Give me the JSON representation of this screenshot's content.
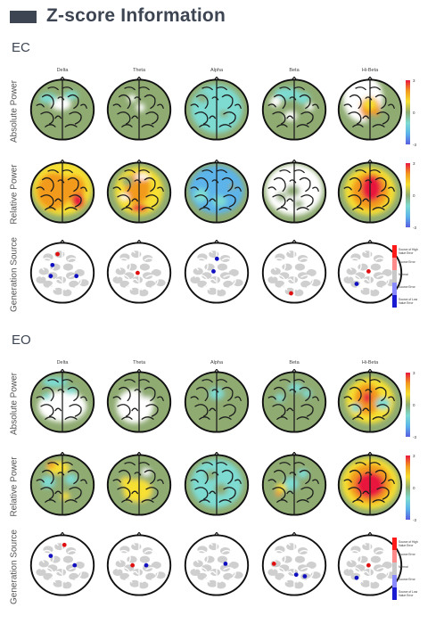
{
  "title": "Z-score Information",
  "bands": [
    "Delta",
    "Theta",
    "Alpha",
    "Beta",
    "Hi-Beta"
  ],
  "row_labels": {
    "absolute": "Absolute Power",
    "relative": "Relative Power",
    "generation": "Generation Source"
  },
  "colorbar": {
    "top": "3",
    "mid": "0",
    "bottom": "-3"
  },
  "colors": {
    "z_plus3": "#e8173e",
    "z_plus2": "#f29a1f",
    "z_plus1": "#f7e033",
    "z_zero": "#8fab72",
    "z_minus1": "#7ddbd2",
    "z_minus2": "#5bb4ea",
    "z_minus3": "#5a5ee0",
    "source_plus": "#e01010",
    "source_minus": "#1010c0"
  },
  "source_legend": [
    {
      "label": "Source of High Value Error",
      "color": "#ff1a1a"
    },
    {
      "label": "Source Error",
      "color": "#ff8a8a"
    },
    {
      "label": "Normal",
      "color": "#c8c8c8"
    },
    {
      "label": "Source Error",
      "color": "#8a8aff"
    },
    {
      "label": "Source of Low Value Error",
      "color": "#1a1ad0"
    }
  ],
  "sections": [
    {
      "label": "EC",
      "absolute": [
        [
          [
            "w",
            48,
            38,
            14,
            9
          ],
          [
            "c",
            30,
            30,
            12,
            7
          ],
          [
            "c",
            62,
            26,
            10,
            6
          ]
        ],
        [
          [
            "w",
            52,
            43,
            6,
            6
          ],
          [
            "w",
            40,
            30,
            6,
            5
          ]
        ],
        [
          [
            "c",
            50,
            45,
            36,
            34
          ],
          [
            "g",
            30,
            30,
            7,
            6
          ],
          [
            "g",
            60,
            52,
            6,
            5
          ]
        ],
        [
          [
            "c",
            40,
            24,
            18,
            9
          ],
          [
            "c",
            62,
            30,
            10,
            8
          ],
          [
            "w",
            24,
            35,
            8,
            7
          ],
          [
            "w",
            72,
            42,
            6,
            5
          ],
          [
            "w",
            45,
            55,
            9,
            7
          ]
        ],
        [
          [
            "w",
            40,
            30,
            28,
            34
          ],
          [
            "o",
            50,
            44,
            14,
            16
          ],
          [
            "y",
            50,
            38,
            9,
            8
          ],
          [
            "g",
            52,
            58,
            7,
            6
          ]
        ]
      ],
      "relative": [
        [
          [
            "y",
            50,
            40,
            42,
            38
          ],
          [
            "o",
            38,
            44,
            24,
            26
          ],
          [
            "o",
            66,
            40,
            16,
            18
          ],
          [
            "r",
            72,
            58,
            9,
            10
          ],
          [
            "o",
            30,
            56,
            10,
            9
          ]
        ],
        [
          [
            "y",
            50,
            44,
            34,
            34
          ],
          [
            "o",
            48,
            40,
            18,
            22
          ],
          [
            "r",
            50,
            68,
            12,
            5
          ],
          [
            "g",
            34,
            30,
            8,
            7
          ],
          [
            "w",
            54,
            24,
            10,
            4
          ],
          [
            "w",
            30,
            52,
            6,
            4
          ]
        ],
        [
          [
            "b",
            50,
            42,
            38,
            34
          ],
          [
            "c",
            28,
            50,
            10,
            10
          ],
          [
            "c",
            54,
            58,
            10,
            8
          ],
          [
            "g",
            72,
            38,
            5,
            4
          ]
        ],
        [
          [
            "w",
            50,
            42,
            40,
            36
          ],
          [
            "g",
            48,
            44,
            10,
            8
          ],
          [
            "g",
            32,
            52,
            7,
            6
          ],
          [
            "g",
            56,
            62,
            7,
            5
          ]
        ],
        [
          [
            "y",
            50,
            44,
            36,
            34
          ],
          [
            "o",
            50,
            44,
            26,
            26
          ],
          [
            "r",
            52,
            40,
            14,
            18
          ]
        ]
      ],
      "generation": [
        [
          [
            "s+",
            36,
            18
          ],
          [
            "s-",
            30,
            32
          ],
          [
            "s-",
            28,
            46
          ],
          [
            "s-",
            58,
            46
          ]
        ],
        [
          [
            "s+",
            40,
            42
          ]
        ],
        [
          [
            "s-",
            42,
            24
          ],
          [
            "s-",
            38,
            40
          ]
        ],
        [
          [
            "s+",
            38,
            68
          ]
        ],
        [
          [
            "s+",
            40,
            40
          ],
          [
            "s-",
            26,
            56
          ]
        ]
      ]
    },
    {
      "label": "EO",
      "absolute": [
        [
          [
            "c",
            40,
            18,
            18,
            7
          ],
          [
            "w",
            50,
            52,
            34,
            22
          ],
          [
            "c",
            62,
            30,
            9,
            5
          ],
          [
            "c",
            28,
            38,
            6,
            5
          ]
        ],
        [
          [
            "w",
            44,
            52,
            26,
            24
          ],
          [
            "g",
            60,
            32,
            9,
            8
          ]
        ],
        [
          [
            "g",
            50,
            44,
            38,
            36
          ],
          [
            "c",
            50,
            34,
            10,
            8
          ]
        ],
        [
          [
            "g",
            50,
            44,
            38,
            36
          ],
          [
            "c",
            52,
            26,
            10,
            6
          ],
          [
            "c",
            68,
            34,
            6,
            5
          ],
          [
            "c",
            30,
            40,
            6,
            5
          ]
        ],
        [
          [
            "y",
            50,
            44,
            34,
            32
          ],
          [
            "o",
            46,
            42,
            18,
            22
          ],
          [
            "r",
            46,
            40,
            6,
            8
          ],
          [
            "c",
            68,
            48,
            10,
            8
          ],
          [
            "c",
            30,
            54,
            7,
            6
          ]
        ]
      ],
      "relative": [
        [
          [
            "g",
            50,
            44,
            36,
            34
          ],
          [
            "y",
            44,
            22,
            16,
            9
          ],
          [
            "o",
            34,
            18,
            6,
            5
          ],
          [
            "c",
            30,
            42,
            9,
            8
          ],
          [
            "c",
            62,
            38,
            8,
            7
          ],
          [
            "y",
            54,
            62,
            6,
            5
          ]
        ],
        [
          [
            "g",
            50,
            44,
            36,
            34
          ],
          [
            "y",
            48,
            54,
            20,
            16
          ],
          [
            "y",
            32,
            42,
            8,
            7
          ],
          [
            "w",
            60,
            28,
            6,
            5
          ]
        ],
        [
          [
            "c",
            50,
            44,
            36,
            34
          ],
          [
            "g",
            42,
            32,
            8,
            7
          ],
          [
            "g",
            56,
            52,
            9,
            8
          ]
        ],
        [
          [
            "g",
            50,
            44,
            36,
            34
          ],
          [
            "c",
            46,
            44,
            10,
            9
          ],
          [
            "y",
            32,
            50,
            7,
            6
          ],
          [
            "o",
            28,
            58,
            4,
            4
          ],
          [
            "c",
            62,
            30,
            7,
            6
          ]
        ],
        [
          [
            "y",
            50,
            44,
            40,
            36
          ],
          [
            "o",
            50,
            44,
            30,
            28
          ],
          [
            "r",
            50,
            46,
            20,
            18
          ]
        ]
      ],
      "generation": [
        [
          [
            "s+",
            44,
            16
          ],
          [
            "s-",
            28,
            30
          ],
          [
            "s-",
            56,
            42
          ]
        ],
        [
          [
            "s+",
            34,
            42
          ],
          [
            "s-",
            50,
            42
          ]
        ],
        [
          [
            "s-",
            52,
            40
          ]
        ],
        [
          [
            "s+",
            18,
            40
          ],
          [
            "s-",
            44,
            54
          ],
          [
            "s-",
            54,
            56
          ]
        ],
        [
          [
            "s+",
            40,
            42
          ],
          [
            "s-",
            26,
            58
          ]
        ]
      ]
    }
  ]
}
